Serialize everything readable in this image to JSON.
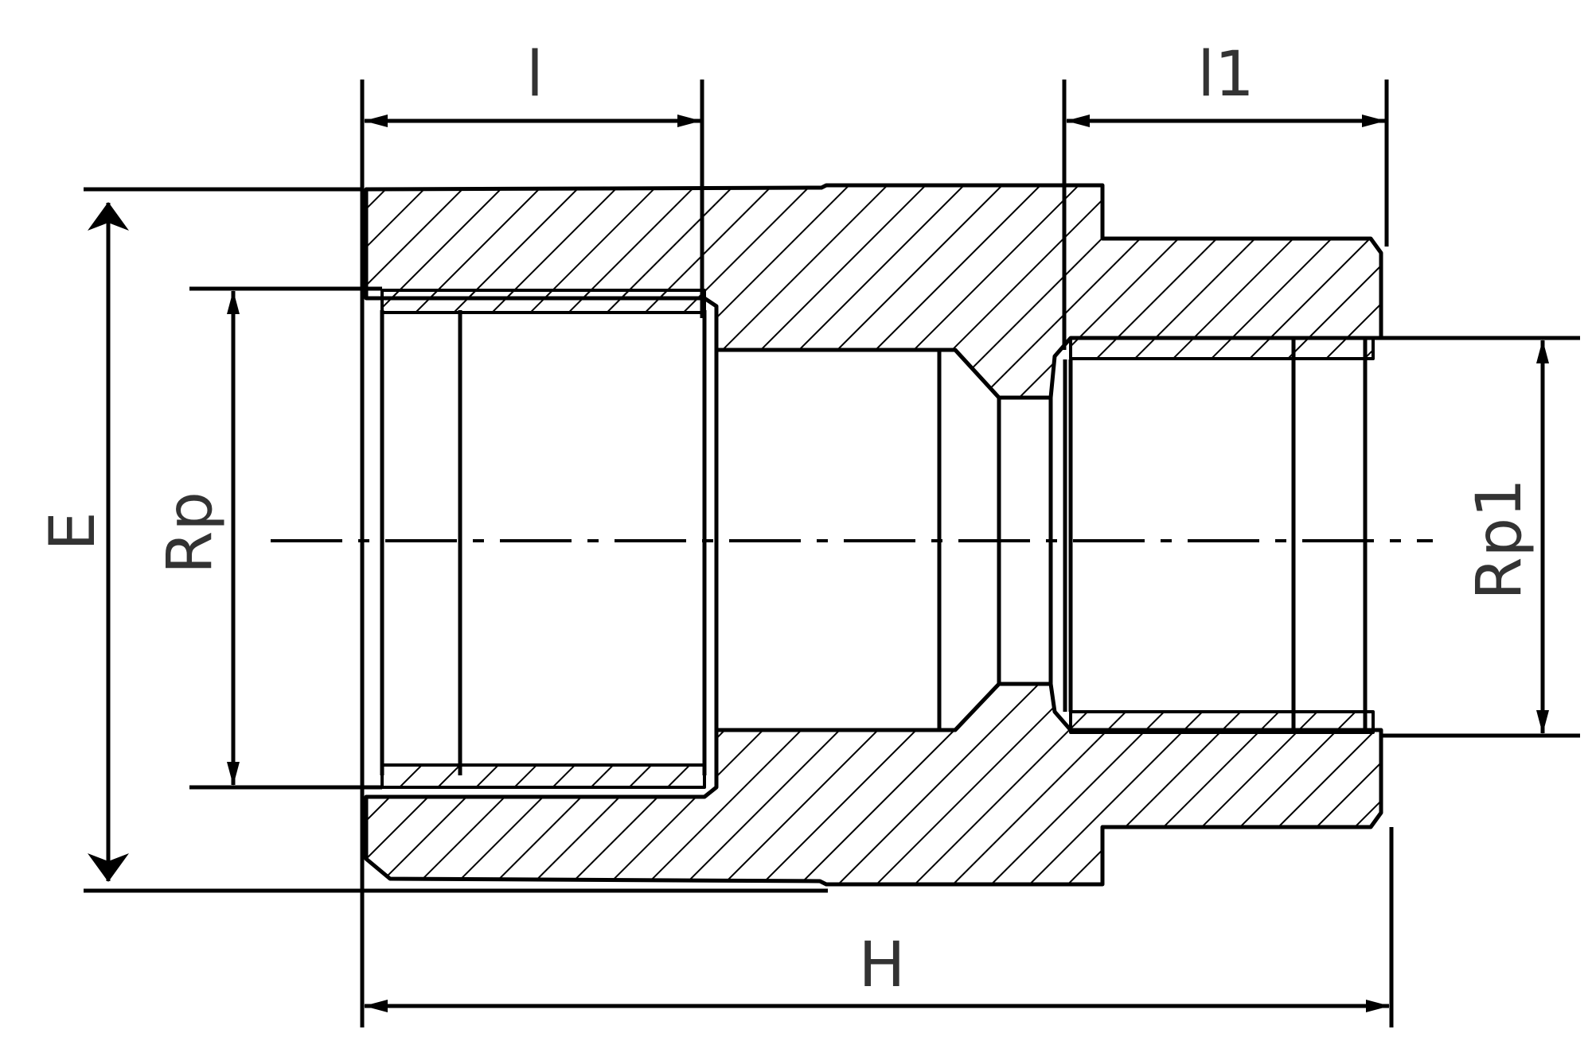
{
  "labels": {
    "length_left": "l",
    "length_right": "l1",
    "outer_diameter": "E",
    "thread_left": "Rp",
    "thread_right": "Rp1",
    "overall_length": "H"
  },
  "colors": {
    "line": "#000000",
    "text": "#333333",
    "background": "#ffffff"
  }
}
